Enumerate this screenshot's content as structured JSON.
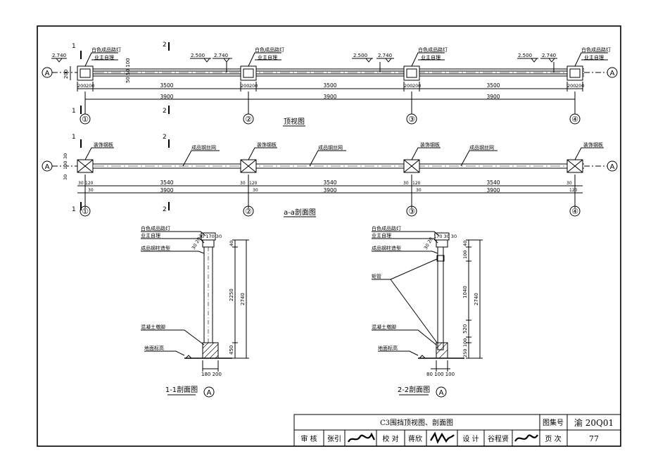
{
  "top_view": {
    "title": "顶视图",
    "lamp_label": "白色成品路灯",
    "owner_label": "业主自理",
    "grid_axis": "A",
    "columns": [
      "①",
      "②",
      "③",
      "④"
    ],
    "section_marks": [
      "1",
      "2"
    ],
    "elevations": {
      "left": "2.740",
      "mid_low": "2.500",
      "mid_high": "2.740"
    },
    "dims_span": "3500",
    "dims_total": "3900",
    "dims_post": "200",
    "dims_left": "200",
    "dims_vert": "50 50 100"
  },
  "section_aa": {
    "title": "a-a剖面图",
    "deco_label": "装饰钢板",
    "mesh_label": "成品钢丝网",
    "dims_span": "3540",
    "dims_total": "3900",
    "dims_small": [
      "30",
      "120",
      "30"
    ],
    "dims_vert": [
      "30",
      "100",
      "30"
    ]
  },
  "section_11": {
    "title": "1-1剖面图",
    "axis": "A",
    "lamp_label": "白色成品路灯",
    "owner_label": "业主自理",
    "column_label": "成品钢柱造型",
    "footing_label": "混凝土墩脚",
    "ground_label": "地面标高",
    "top_dims": "30 170 30",
    "left_dims": "30 20",
    "vert_dims": [
      "40",
      "2250",
      "450"
    ],
    "total_height": "2740",
    "base_dims": "180 200"
  },
  "section_22": {
    "title": "2-2剖面图",
    "axis": "A",
    "lamp_label": "白色成品路灯",
    "owner_label": "业主自理",
    "column_label": "成品钢柱造型",
    "pipe_label": "矩管",
    "footing_label": "混凝土墩脚",
    "ground_label": "地面标高",
    "top_dims": "170 30 30",
    "left_dims": "30 20",
    "vert_dims": [
      "40",
      "100",
      "1040",
      "520",
      "100",
      "250"
    ],
    "total_height": "2740",
    "base_dims": "80 100 100"
  },
  "title_block": {
    "drawing_title": "C3围挡顶视图、剖面图",
    "atlas_label": "图集号",
    "atlas_no": "渝 20Q01",
    "review_label": "审  核",
    "reviewer": "张引",
    "check_label": "校  对",
    "checker": "蒋欣",
    "design_label": "设  计",
    "designer": "谷程贤",
    "page_label": "页  次",
    "page_no": "77"
  }
}
